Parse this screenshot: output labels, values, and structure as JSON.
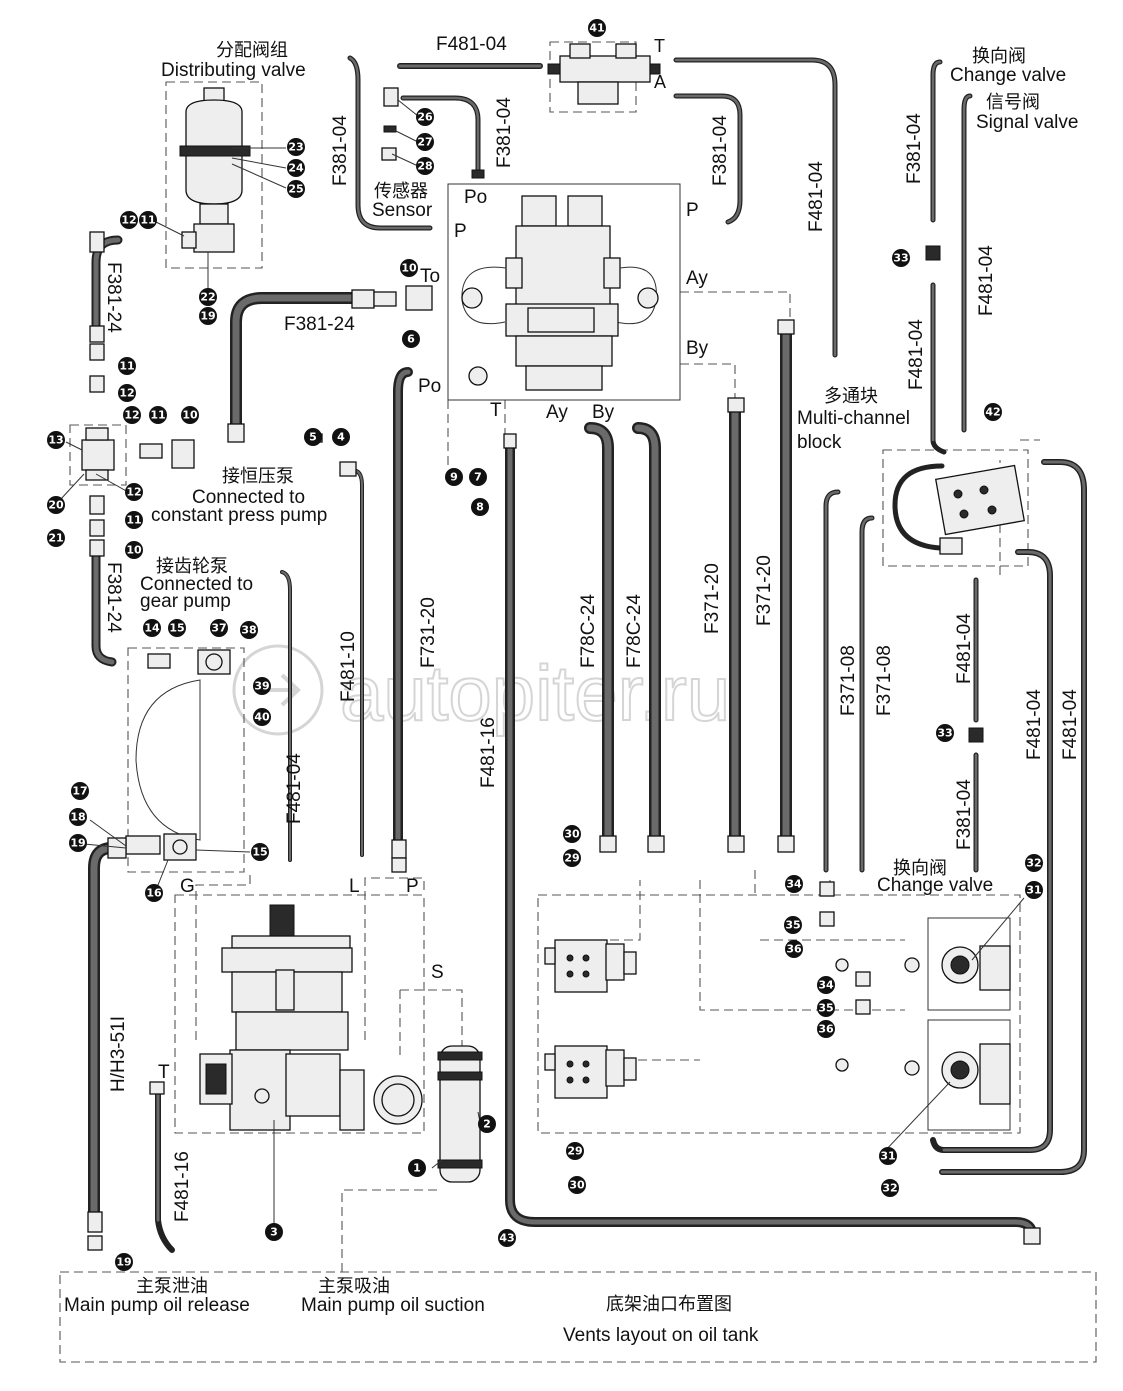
{
  "watermark": "autopiter.ru",
  "labels": {
    "distributing_cn": "分配阀组",
    "distributing_en": "Distributing valve",
    "sensor_cn": "传感器",
    "sensor_en": "Sensor",
    "change1_cn": "换向阀",
    "change1_en": "Change valve",
    "signal_cn": "信号阀",
    "signal_en": "Signal valve",
    "multi_cn": "多通块",
    "multi_en1": "Multi-channel",
    "multi_en2": "block",
    "const_cn": "接恒压泵",
    "const_en1": "Connected to",
    "const_en2": "constant press pump",
    "gear_cn": "接齿轮泵",
    "gear_en1": "Connected to",
    "gear_en2": "gear pump",
    "change2_cn": "换向阀",
    "change2_en": "Change valve",
    "release_cn": "主泵泄油",
    "release_en": "Main pump oil release",
    "suction_cn": "主泵吸油",
    "suction_en": "Main pump oil suction",
    "tank_cn": "底架油口布置图",
    "tank_en": "Vents layout on oil tank"
  },
  "ports": {
    "T_top": "T",
    "A_top": "A",
    "Po_1": "Po",
    "P_1": "P",
    "P_2": "P",
    "To": "To",
    "Ay_1": "Ay",
    "By_1": "By",
    "Po_2": "Po",
    "T_2": "T",
    "Ay_2": "Ay",
    "By_2": "By",
    "L": "L",
    "P_3": "P",
    "G": "G",
    "S": "S",
    "T_3": "T"
  },
  "hoses": {
    "h1": "F481-04",
    "h2": "F381-04",
    "h3": "F381-04",
    "h4": "F381-04",
    "h5": "F481-04",
    "h6": "F381-04",
    "h7": "F481-04",
    "h8": "F381-24",
    "h9": "F381-24",
    "h10": "F481-04",
    "h11": "F481-04",
    "h12": "F381-24",
    "h13": "F481-10",
    "h14": "F731-20",
    "h15": "F481-16",
    "h16": "F78C-24",
    "h17": "F78C-24",
    "h18": "F371-20",
    "h19": "F371-20",
    "h20": "F371-08",
    "h21": "F371-08",
    "h22": "F481-04",
    "h23": "F481-04",
    "h24": "F381-04",
    "h25": "F481-04",
    "h26": "H/H3-51I",
    "h27": "F481-16"
  },
  "callouts": {
    "c41": "41",
    "c26": "26",
    "c27": "27",
    "c28": "28",
    "c23": "23",
    "c24": "24",
    "c25": "25",
    "c12a": "12",
    "c11a": "11",
    "c22": "22",
    "c19a": "19",
    "c10a": "10",
    "c6": "6",
    "c9": "9",
    "c7": "7",
    "c8": "8",
    "c5": "5",
    "c4": "4",
    "c11b": "11",
    "c12b": "12",
    "c13": "13",
    "c12c": "12",
    "c11c": "11",
    "c10b": "10",
    "c20": "20",
    "c12d": "12",
    "c11d": "11",
    "c21": "21",
    "c10c": "10",
    "c14": "14",
    "c15a": "15",
    "c37": "37",
    "c38": "38",
    "c39": "39",
    "c40": "40",
    "c17": "17",
    "c18": "18",
    "c19b": "19",
    "c15b": "15",
    "c16": "16",
    "c33a": "33",
    "c42": "42",
    "c33b": "33",
    "c30a": "30",
    "c29a": "29",
    "c34a": "34",
    "c35a": "35",
    "c36a": "36",
    "c34b": "34",
    "c35b": "35",
    "c36b": "36",
    "c32a": "32",
    "c31a": "31",
    "c31b": "31",
    "c32b": "32",
    "c29b": "29",
    "c30b": "30",
    "c2": "2",
    "c1": "1",
    "c3": "3",
    "c43": "43",
    "c19c": "19"
  }
}
